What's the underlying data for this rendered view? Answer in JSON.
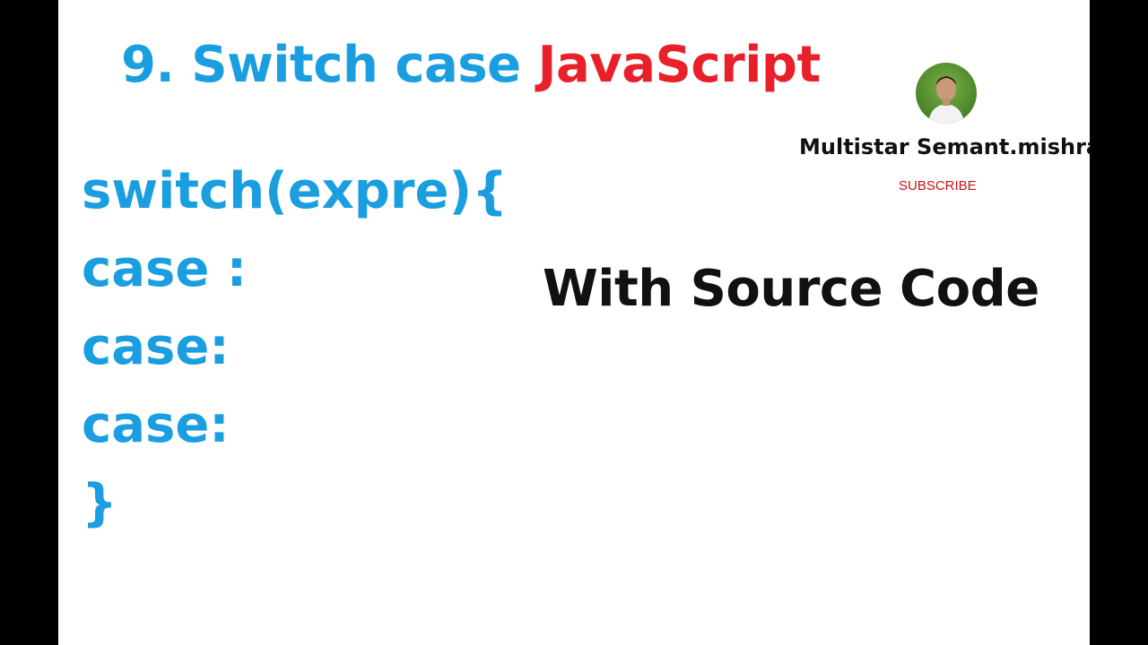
{
  "title": {
    "prefix": "9. Switch case",
    "highlight": "JavaScript",
    "prefix_color": "#1a9ee0",
    "highlight_color": "#e8202a"
  },
  "code_lines": [
    "switch(expre){",
    "case :",
    "case:",
    "case:",
    "}"
  ],
  "channel": {
    "name": "Multistar Semant.mishra",
    "subscribe_label": "SUBSCRIBE",
    "avatar_icon": "avatar-photo"
  },
  "subtitle": "With Source Code"
}
